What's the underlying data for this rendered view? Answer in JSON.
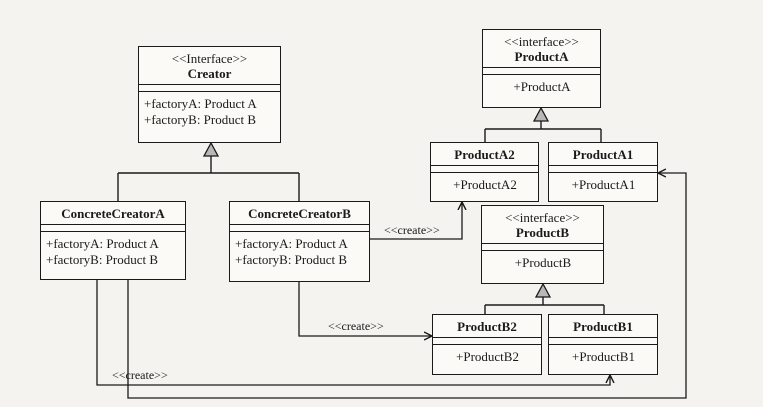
{
  "classes": {
    "creator": {
      "stereotype": "<<Interface>>",
      "name": "Creator",
      "ops": [
        "+factoryA: Product A",
        "+factoryB: Product B"
      ]
    },
    "concrete_a": {
      "name": "ConcreteCreatorA",
      "ops": [
        "+factoryA: Product A",
        "+factoryB: Product B"
      ]
    },
    "concrete_b": {
      "name": "ConcreteCreatorB",
      "ops": [
        "+factoryA: Product A",
        "+factoryB: Product B"
      ]
    },
    "product_a": {
      "stereotype": "<<interface>>",
      "name": "ProductA",
      "ops": [
        "+ProductA"
      ]
    },
    "product_a2": {
      "name": "ProductA2",
      "ops": [
        "+ProductA2"
      ]
    },
    "product_a1": {
      "name": "ProductA1",
      "ops": [
        "+ProductA1"
      ]
    },
    "product_b": {
      "stereotype": "<<interface>>",
      "name": "ProductB",
      "ops": [
        "+ProductB"
      ]
    },
    "product_b2": {
      "name": "ProductB2",
      "ops": [
        "+ProductB2"
      ]
    },
    "product_b1": {
      "name": "ProductB1",
      "ops": [
        "+ProductB1"
      ]
    }
  },
  "labels": {
    "create_b_to_a2": "<<create>>",
    "create_b_to_b2": "<<create>>",
    "create_a_to_b1": "<<create>>"
  },
  "colors": {
    "line": "#1a1a1a",
    "arrowhead_fill": "#b8b8b8"
  }
}
